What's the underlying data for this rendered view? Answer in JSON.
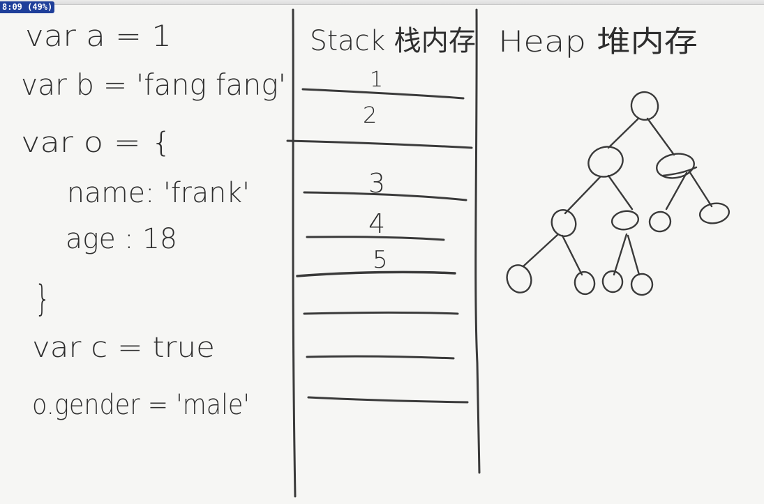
{
  "recording": {
    "timer_text": "8:09 (49%)"
  },
  "code": {
    "line1": "var a = 1",
    "line2": "var b = 'fang fang'",
    "line3": "var o = {",
    "line4": "name: 'frank'",
    "line5": "age : 18",
    "line6": "}",
    "line7": "var c = true",
    "line8": "o.gender = 'male'"
  },
  "stack": {
    "title": "Stack 栈内存",
    "slots": [
      "1",
      "2",
      "3",
      "4",
      "5"
    ]
  },
  "heap": {
    "title": "Heap 堆内存"
  },
  "colors": {
    "ink": "#2e2e2e",
    "board": "#f6f6f4",
    "badge": "#1f3f9a"
  }
}
